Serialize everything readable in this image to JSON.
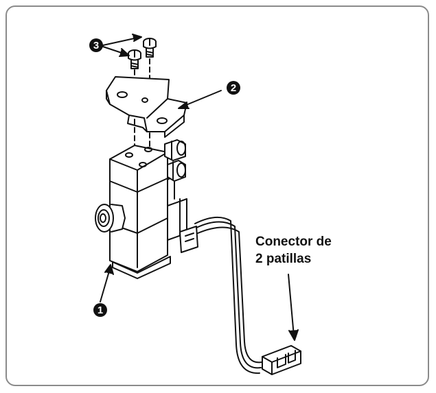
{
  "callouts": [
    {
      "id": "1",
      "label": "1"
    },
    {
      "id": "2",
      "label": "2"
    },
    {
      "id": "3",
      "label": "3"
    }
  ],
  "connector_label": {
    "line1": "Conector de",
    "line2": "2 patillas"
  },
  "colors": {
    "ink": "#111111",
    "frame": "#8a8a8a",
    "paper": "#ffffff"
  }
}
